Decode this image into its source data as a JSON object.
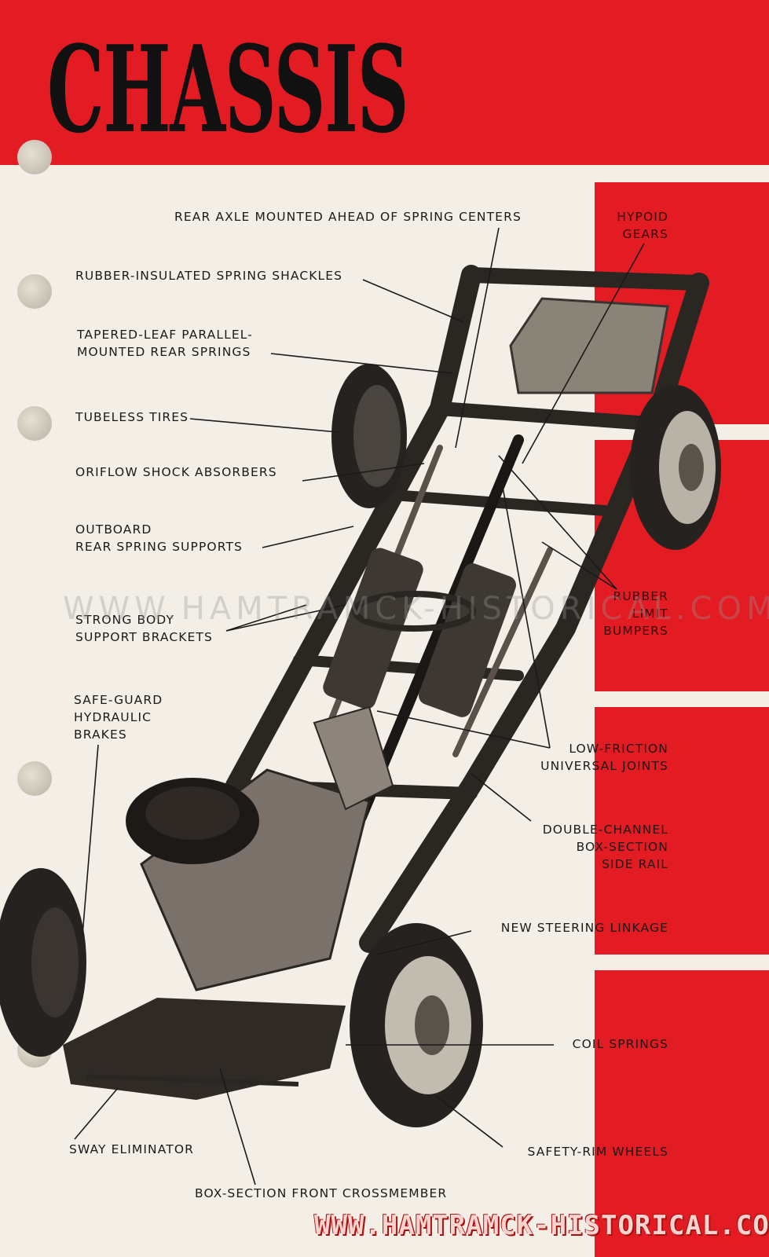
{
  "page": {
    "title": "CHASSIS"
  },
  "callouts": {
    "rear_axle": "REAR AXLE MOUNTED AHEAD OF SPRING CENTERS",
    "hypoid_gears": "HYPOID\nGEARS",
    "spring_shackles": "RUBBER-INSULATED SPRING SHACKLES",
    "rear_springs": "TAPERED-LEAF PARALLEL-\nMOUNTED REAR SPRINGS",
    "tubeless_tires": "TUBELESS TIRES",
    "shock_absorbers": "ORIFLOW SHOCK ABSORBERS",
    "outboard_supports": "OUTBOARD\nREAR SPRING SUPPORTS",
    "rubber_bumpers": "RUBBER\nLIMIT\nBUMPERS",
    "body_brackets": "STRONG BODY\nSUPPORT BRACKETS",
    "hydraulic_brakes": "SAFE-GUARD\nHYDRAULIC\nBRAKES",
    "universal_joints": "LOW-FRICTION\nUNIVERSAL JOINTS",
    "side_rail": "DOUBLE-CHANNEL\nBOX-SECTION\nSIDE RAIL",
    "steering_linkage": "NEW STEERING LINKAGE",
    "coil_springs": "COIL SPRINGS",
    "sway_eliminator": "SWAY ELIMINATOR",
    "rim_wheels": "SAFETY-RIM WHEELS",
    "front_crossmember": "BOX-SECTION FRONT CROSSMEMBER"
  },
  "watermarks": {
    "middle": "WWW.HAMTRAMCK-HISTORICAL.COM",
    "bottom": "WWW.HAMTRAMCK-HISTORICAL.COM"
  },
  "colors": {
    "red": "#e31b23",
    "paper": "#f4efe6",
    "ink": "#111111"
  }
}
